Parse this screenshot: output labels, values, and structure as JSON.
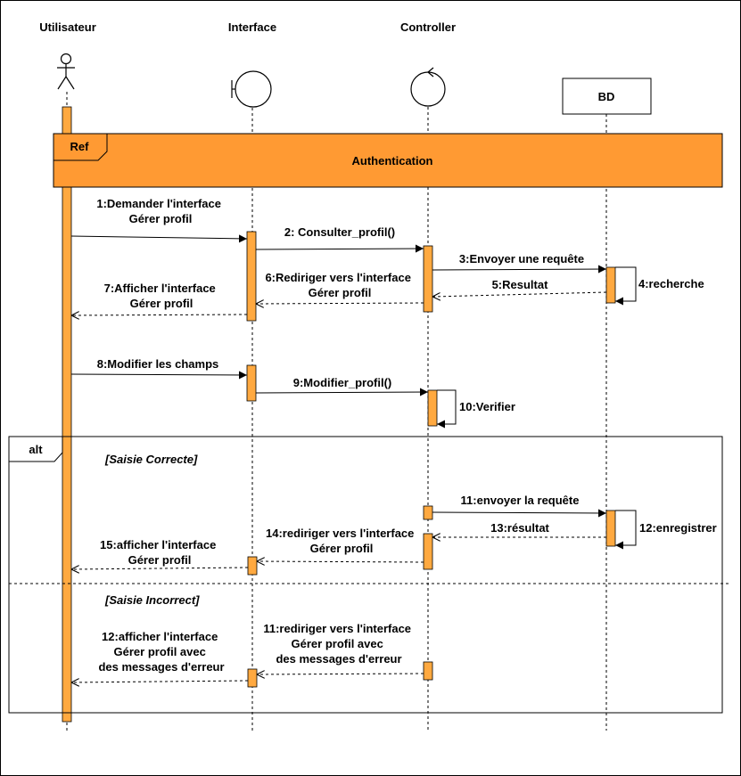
{
  "participants": {
    "user": "Utilisateur",
    "interface": "Interface",
    "controller": "Controller",
    "db": "BD"
  },
  "ref": {
    "label": "Ref",
    "title": "Authentication"
  },
  "messages": {
    "m1": [
      "1:Demander l'interface",
      "Gérer profil"
    ],
    "m2": [
      "2: Consulter_profil()"
    ],
    "m3": [
      "3:Envoyer une requête"
    ],
    "m4": [
      "4:recherche"
    ],
    "m5": [
      "5:Resultat"
    ],
    "m6": [
      "6:Rediriger vers l'interface",
      "Gérer profil"
    ],
    "m7": [
      "7:Afficher l'interface",
      "Gérer profil"
    ],
    "m8": [
      "8:Modifier les champs"
    ],
    "m9": [
      "9:Modifier_profil()"
    ],
    "m10": [
      "10:Verifier"
    ],
    "m11": [
      "11:envoyer la requête"
    ],
    "m12": [
      "12:enregistrer"
    ],
    "m13": [
      "13:résultat"
    ],
    "m14": [
      "14:rediriger vers l'interface",
      "Gérer profil"
    ],
    "m15": [
      "15:afficher l'interface",
      "Gérer profil"
    ],
    "m11b": [
      "11:rediriger vers l'interface",
      "Gérer profil avec",
      "des messages d'erreur"
    ],
    "m12b": [
      "12:afficher  l'interface",
      "Gérer profil avec",
      "des messages d'erreur"
    ]
  },
  "alt": {
    "label": "alt",
    "guard1": "[Saisie Correcte]",
    "guard2": "[Saisie Incorrect]"
  },
  "colors": {
    "activation": "#FFA940",
    "ref_fill": "#FF9A33",
    "line": "#000000"
  }
}
